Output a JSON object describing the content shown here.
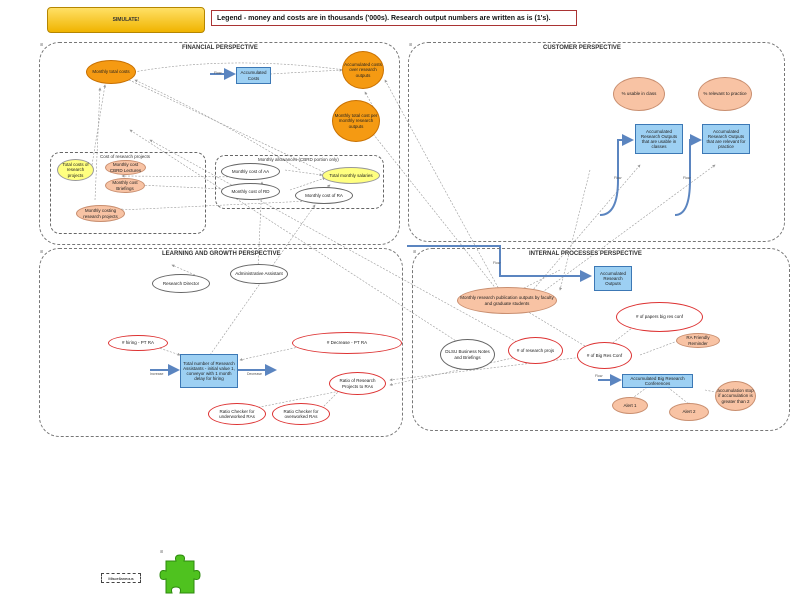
{
  "simulate_label": "SIMULATE!",
  "legend_text": "Legend - money and costs are in thousands ('000s). Research output numbers are written as is (1's).",
  "perspectives": {
    "financial": "FINANCIAL PERSPECTIVE",
    "customer": "CUSTOMER PERSPECTIVE",
    "learning": "LEARNING AND GROWTH PERSPECTIVE",
    "internal": "INTERNAL PROCESSES PERSPECTIVE"
  },
  "groups": {
    "cost_projects": "Cost of research projects",
    "monthly_allowances": "Monthly allowances (CBRD portion only)"
  },
  "nodes": {
    "monthly_total_costs": "Monthly total costs",
    "accumulated_costs": "Accumulated Costs",
    "accumulated_costs_over_outputs": "Accumulated costs over research outputs",
    "monthly_total_cost_per_output": "Monthly total cost per monthly research outputs",
    "total_costs_projects": "Total costs of research projects",
    "monthly_cost_cbrd": "Monthly cost CBRD Lectures",
    "monthly_cost_briefings": "Monthly cost Briefings",
    "monthly_costing_projects": "Monthly costing research projects",
    "monthly_cost_aa": "Monthly cost of AA",
    "monthly_cost_rd": "Monthly cost of RD",
    "total_monthly_salaries": "Total monthly salaries",
    "monthly_cost_ra": "Monthly cost of RA",
    "pct_usable": "% usable in class",
    "pct_relevant": "% relevant to practice",
    "acc_usable": "Accumulated Research Outputs that are usable in classes",
    "acc_relevant": "Accumulated Research Outputs that are relevant for practice",
    "acc_research_outputs": "Accumulated Research Outputs",
    "monthly_pub_outputs": "Monthly research publication outputs by faculty and graduate students",
    "papers_big_conf": "# of papers big res conf",
    "ra_friendly_reminder": "RA Friendly Reminder",
    "num_big_res_conf": "# of Big Res Conf",
    "acc_big_conf": "Accumulated Big Research Conferences",
    "alert1": "Alert 1",
    "alert2": "Alert 2",
    "accumulation_stop": "accumulation stop if accumulation is greater than 2",
    "dlsu_business_notes": "DLSU Business Notes and Briefings",
    "num_research_projs": "# of research projs",
    "research_director": "Research Director",
    "admin_assistant": "Administrative Assistant",
    "hiring_pt_ra": "# hiring - PT RA",
    "total_ra": "Total number of Research Assistants - initial value 1, conveyor with 1 month delay for hiring",
    "decrease_pt_ra": "# Decrease - PT RA",
    "ratio_research_projects": "Ratio of Research Projects to RAs",
    "ratio_under": "Ratio Checker for underworked RAs",
    "ratio_over": "Ratio Checker for overworked RAs"
  },
  "flows": {
    "flow_costs": "Flow",
    "flow_usable": "Flow",
    "flow_relevant": "Flow",
    "flow_outputs": "Flow",
    "flow_conf": "Flow",
    "increase": "Increase",
    "decrease": "Decrease"
  },
  "misc_label": "Miscellaneous",
  "colors": {
    "stock": "#9dd0f3",
    "auxiliary_orange": "#f59a12",
    "auxiliary_peach": "#f8c3a4",
    "auxiliary_yellow": "#ffff80",
    "flow_pipe": "#5b85c0",
    "puzzle_green": "#4fc21f"
  }
}
